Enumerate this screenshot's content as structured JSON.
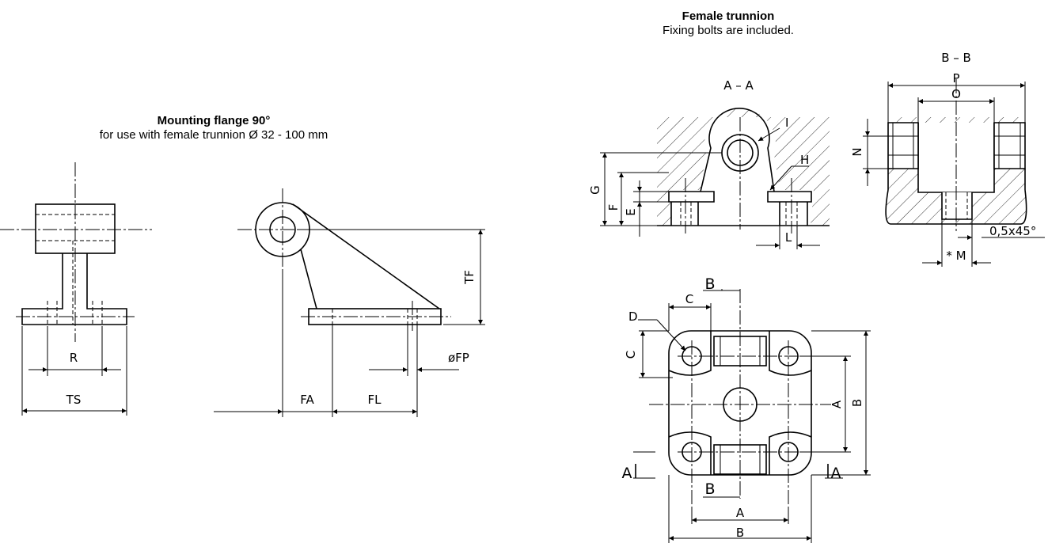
{
  "mounting_flange": {
    "title": "Mounting flange 90°",
    "subtitle": "for use with female trunnion Ø 32 - 100 mm",
    "dims": {
      "R": "R",
      "TS": "TS",
      "TF": "TF",
      "FA": "FA",
      "FL": "FL",
      "FP": "øFP"
    }
  },
  "female_trunnion": {
    "title": "Female trunnion",
    "subtitle": "Fixing bolts are included.",
    "section_aa": "A – A",
    "section_bb": "B – B",
    "dims": {
      "I": "I",
      "H": "H",
      "G": "G",
      "F": "F",
      "E": "E",
      "L": "L",
      "P": "P",
      "O": "O",
      "N": "N",
      "M": "* M",
      "chamfer": "0,5x45°",
      "A": "A",
      "B": "B",
      "C": "C",
      "D": "D"
    },
    "cut_marks": {
      "A": "A",
      "B": "B"
    }
  }
}
